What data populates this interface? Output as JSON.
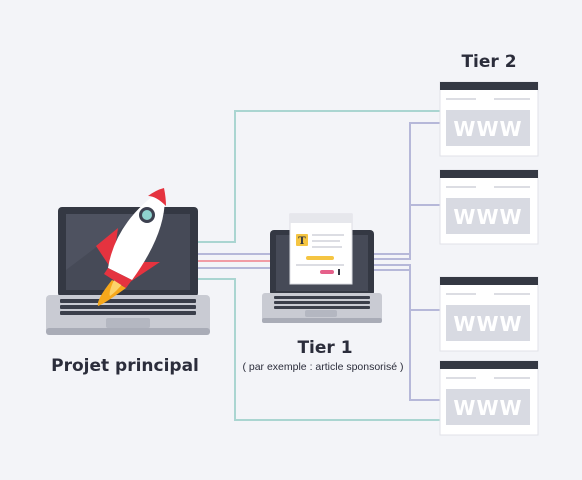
{
  "labels": {
    "main_project": "Projet principal",
    "tier1": "Tier 1",
    "tier1_note": "( par exemple : article sponsorisé )",
    "tier2": "Tier 2"
  },
  "tier2_sites": [
    {
      "text": "WWW"
    },
    {
      "text": "WWW"
    },
    {
      "text": "WWW"
    },
    {
      "text": "WWW"
    }
  ],
  "article_icon_letter": "T",
  "colors": {
    "background": "#f3f4f8",
    "laptop_body": "#343843",
    "laptop_screen": "#464a57",
    "laptop_base": "#c9cbd3",
    "rocket_red": "#e5333f",
    "flame": "#f7a81b",
    "line_teal": "#aad5d1",
    "line_purple": "#b6b8d9",
    "line_pink": "#f19ca5",
    "www_box": "#d8dae2"
  }
}
